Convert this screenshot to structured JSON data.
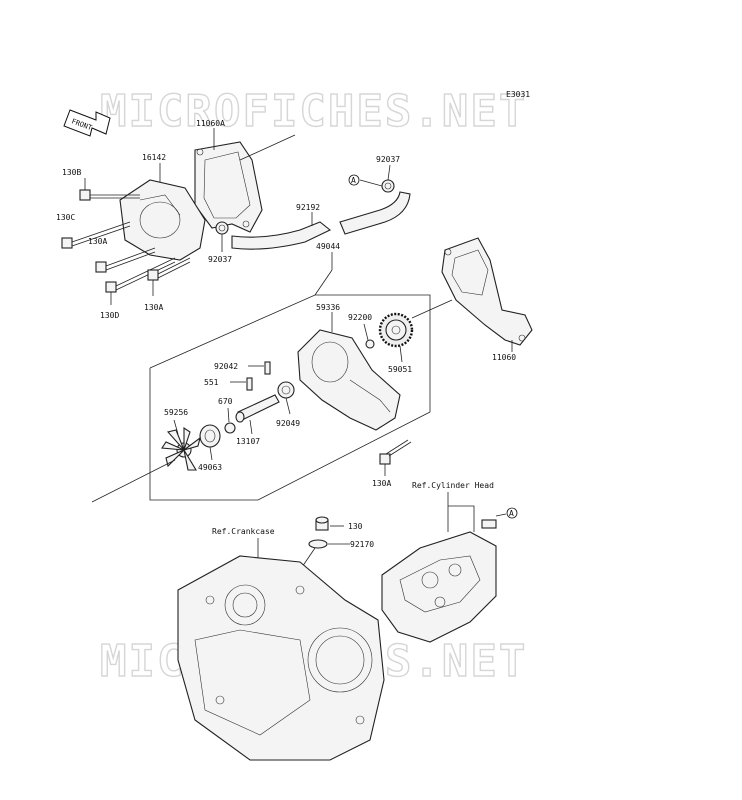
{
  "diagram_code": "E3031",
  "watermark": "MICROFICHES.NET",
  "front_label": "FRONT",
  "callout_marker": "A",
  "parts": [
    {
      "id": "11060A"
    },
    {
      "id": "16142"
    },
    {
      "id": "92037"
    },
    {
      "id": "130B"
    },
    {
      "id": "130C"
    },
    {
      "id": "130A"
    },
    {
      "id": "92192"
    },
    {
      "id": "130D"
    },
    {
      "id": "49044"
    },
    {
      "id": "59336"
    },
    {
      "id": "92200"
    },
    {
      "id": "11060"
    },
    {
      "id": "59051"
    },
    {
      "id": "92042"
    },
    {
      "id": "551"
    },
    {
      "id": "670"
    },
    {
      "id": "92049"
    },
    {
      "id": "13107"
    },
    {
      "id": "59256"
    },
    {
      "id": "49063"
    },
    {
      "id": "130"
    },
    {
      "id": "92170"
    }
  ],
  "references": {
    "cylinder_head": "Ref.Cylinder Head",
    "crankcase": "Ref.Crankcase"
  }
}
